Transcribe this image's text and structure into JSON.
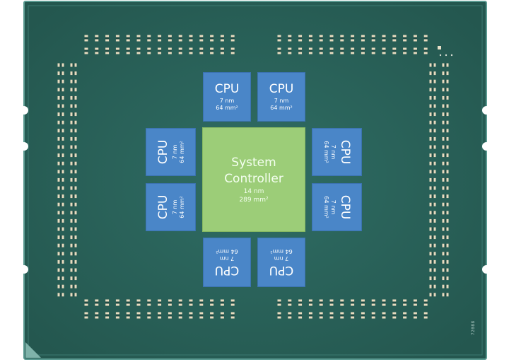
{
  "colors": {
    "substrate": "#2e6a62",
    "substrate_edge": "#4f8f86",
    "cpu_die": "#4a86c8",
    "io_die": "#9ccd78",
    "pad": "#e8dcc0"
  },
  "io_die": {
    "title_line1": "System",
    "title_line2": "Controller",
    "process": "14 nm",
    "area": "289 mm²"
  },
  "cpu_dies": [
    {
      "label": "CPU",
      "process": "7 nm",
      "area": "64 mm²"
    },
    {
      "label": "CPU",
      "process": "7 nm",
      "area": "64 mm²"
    },
    {
      "label": "CPU",
      "process": "7 nm",
      "area": "64 mm²"
    },
    {
      "label": "CPU",
      "process": "7 nm",
      "area": "64 mm²"
    },
    {
      "label": "CPU",
      "process": "7 nm",
      "area": "64 mm²"
    },
    {
      "label": "CPU",
      "process": "7 nm",
      "area": "64 mm²"
    },
    {
      "label": "CPU",
      "process": "7 nm",
      "area": "64 mm²"
    },
    {
      "label": "CPU",
      "process": "7 nm",
      "area": "64 mm²"
    }
  ],
  "package_marking": "72088"
}
